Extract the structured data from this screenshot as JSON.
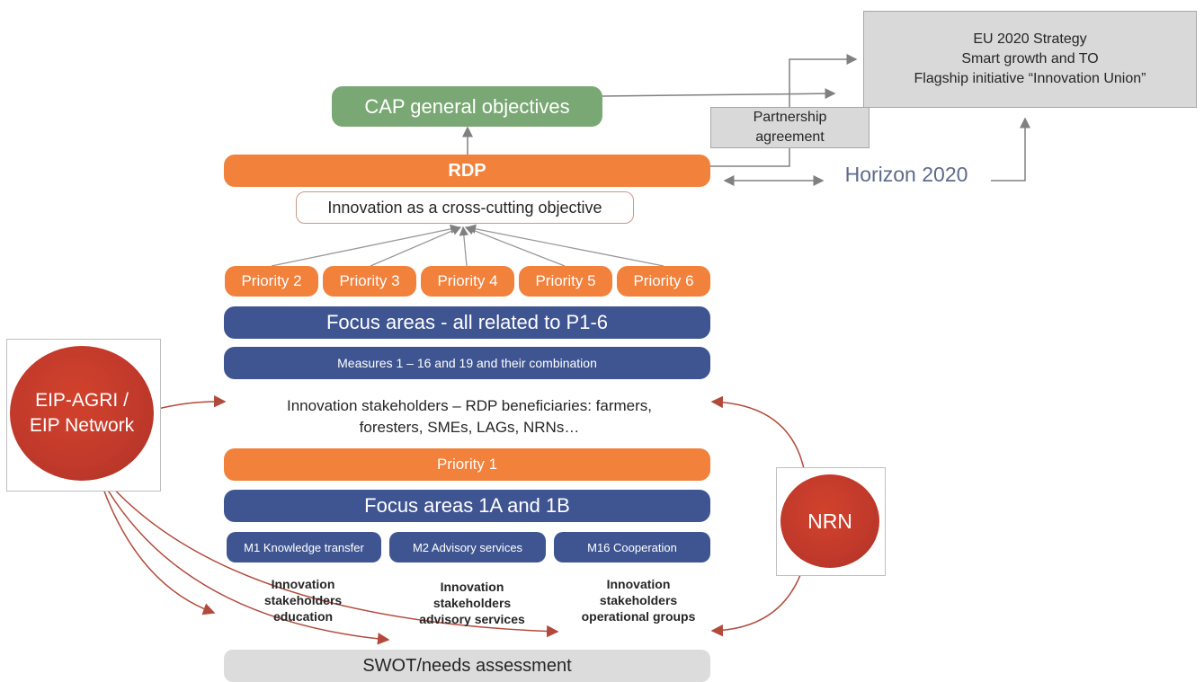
{
  "eu_strategy": {
    "line1": "EU 2020 Strategy",
    "line2": "Smart growth and TO",
    "line3": "Flagship initiative “Innovation Union”"
  },
  "partnership": {
    "line1": "Partnership",
    "line2": "agreement"
  },
  "cap": {
    "label": "CAP general  objectives"
  },
  "rdp": {
    "label": "RDP"
  },
  "horizon": {
    "label": "Horizon  2020"
  },
  "innovation_objective": {
    "label": "Innovation as a cross-cutting objective"
  },
  "priorities": [
    "Priority 2",
    "Priority 3",
    "Priority 4",
    "Priority 5",
    "Priority 6"
  ],
  "focus_areas_p16": {
    "label": "Focus areas -  all related to P1-6"
  },
  "measures": {
    "label": "Measures 1 – 16 and 19 and their combination"
  },
  "stakeholders": {
    "line1": "Innovation stakeholders – RDP beneficiaries: farmers,",
    "line2": "foresters, SMEs, LAGs, NRNs…"
  },
  "priority1": {
    "label": "Priority 1"
  },
  "focus_areas_1ab": {
    "label": "Focus areas  1A and 1B"
  },
  "measures_p1": [
    "M1 Knowledge transfer",
    "M2 Advisory services",
    "M16 Cooperation"
  ],
  "outcomes": [
    {
      "line1": "Innovation",
      "line2": "stakeholders",
      "line3": "education"
    },
    {
      "line1": "Innovation",
      "line2": "stakeholders",
      "line3": "advisory services"
    },
    {
      "line1": "Innovation",
      "line2": "stakeholders",
      "line3": "operational groups"
    }
  ],
  "swot": {
    "label": "SWOT/needs assessment"
  },
  "eip": {
    "line1": "EIP-AGRI /",
    "line2": "EIP Network"
  },
  "nrn": {
    "label": "NRN"
  },
  "colors": {
    "orange": "#f2813b",
    "navy": "#3f5592",
    "green": "#7aa874",
    "grey": "#d9d9d9",
    "red": "#c0392b",
    "arrow_red": "#b24a3c"
  }
}
